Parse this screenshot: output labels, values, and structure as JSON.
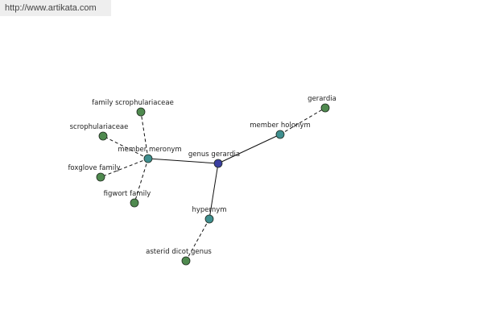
{
  "banner": {
    "url_text": "http://www.artikata.com"
  },
  "colors": {
    "leaf_node": "#4f8a4f",
    "relation_node": "#3f8f8f",
    "center_node": "#3b3fa0",
    "edge": "#111111"
  },
  "graph": {
    "nodes": [
      {
        "id": "genus-gerardia",
        "label": "genus gerardia",
        "kind": "center"
      },
      {
        "id": "member-holonym",
        "label": "member holonym",
        "kind": "relation"
      },
      {
        "id": "gerardia",
        "label": "gerardia",
        "kind": "leaf"
      },
      {
        "id": "member-meronym",
        "label": "member meronym",
        "kind": "relation"
      },
      {
        "id": "family-scrophulariaceae",
        "label": "family scrophulariaceae",
        "kind": "leaf"
      },
      {
        "id": "scrophulariaceae",
        "label": "scrophulariaceae",
        "kind": "leaf"
      },
      {
        "id": "foxglove-family",
        "label": "foxglove family",
        "kind": "leaf"
      },
      {
        "id": "figwort-family",
        "label": "figwort family",
        "kind": "leaf"
      },
      {
        "id": "hypernym",
        "label": "hypernym",
        "kind": "relation"
      },
      {
        "id": "asterid-dicot-genus",
        "label": "asterid dicot genus",
        "kind": "leaf"
      }
    ],
    "edges": [
      {
        "from": "genus-gerardia",
        "to": "member-holonym",
        "style": "solid"
      },
      {
        "from": "member-holonym",
        "to": "gerardia",
        "style": "dashed"
      },
      {
        "from": "genus-gerardia",
        "to": "member-meronym",
        "style": "solid"
      },
      {
        "from": "member-meronym",
        "to": "family-scrophulariaceae",
        "style": "dashed"
      },
      {
        "from": "member-meronym",
        "to": "scrophulariaceae",
        "style": "dashed"
      },
      {
        "from": "member-meronym",
        "to": "foxglove-family",
        "style": "dashed"
      },
      {
        "from": "member-meronym",
        "to": "figwort-family",
        "style": "dashed"
      },
      {
        "from": "genus-gerardia",
        "to": "hypernym",
        "style": "solid"
      },
      {
        "from": "hypernym",
        "to": "asterid-dicot-genus",
        "style": "dashed"
      }
    ]
  }
}
